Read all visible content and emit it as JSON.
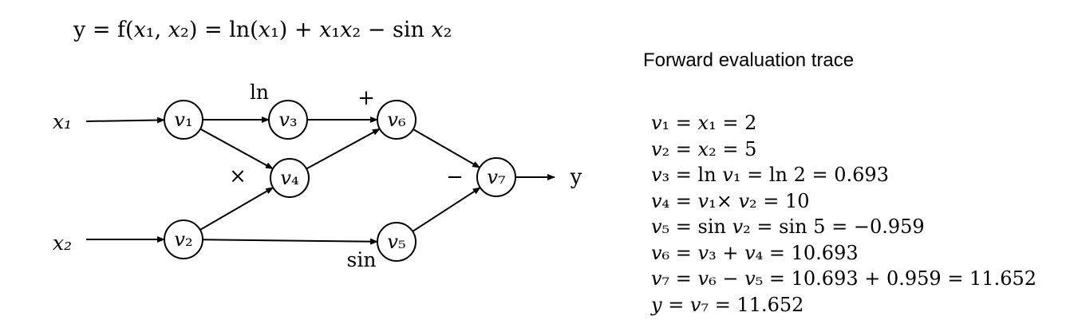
{
  "formula": "y = f(𝑥₁, 𝑥₂) = ln(𝑥₁) + 𝑥₁𝑥₂ − sin 𝑥₂",
  "diagram": {
    "inputs": [
      {
        "id": "x1",
        "label": "𝑥₁"
      },
      {
        "id": "x2",
        "label": "𝑥₂"
      }
    ],
    "output": {
      "label": "y"
    },
    "nodes": [
      {
        "id": "v1",
        "label": "𝑣₁"
      },
      {
        "id": "v2",
        "label": "𝑣₂"
      },
      {
        "id": "v3",
        "label": "𝑣₃"
      },
      {
        "id": "v4",
        "label": "𝑣₄"
      },
      {
        "id": "v5",
        "label": "𝑣₅"
      },
      {
        "id": "v6",
        "label": "𝑣₆"
      },
      {
        "id": "v7",
        "label": "𝑣₇"
      }
    ],
    "edges": [
      {
        "from": "x1",
        "to": "v1"
      },
      {
        "from": "x2",
        "to": "v2"
      },
      {
        "from": "v1",
        "to": "v3"
      },
      {
        "from": "v1",
        "to": "v4"
      },
      {
        "from": "v2",
        "to": "v4"
      },
      {
        "from": "v2",
        "to": "v5"
      },
      {
        "from": "v3",
        "to": "v6"
      },
      {
        "from": "v4",
        "to": "v6"
      },
      {
        "from": "v6",
        "to": "v7"
      },
      {
        "from": "v5",
        "to": "v7"
      },
      {
        "from": "v7",
        "to": "y"
      }
    ],
    "operators": {
      "ln": "ln",
      "plus": "+",
      "times": "×",
      "minus": "−",
      "sin": "sin"
    }
  },
  "trace": {
    "title": "Forward evaluation trace",
    "lines": [
      "𝑣₁ = 𝑥₁ = 2",
      "𝑣₂ = 𝑥₂ = 5",
      "𝑣₃ = ln 𝑣₁ = ln 2 = 0.693",
      "𝑣₄ = 𝑣₁× 𝑣₂ = 10",
      "𝑣₅ = sin 𝑣₂ = sin 5 = −0.959",
      "𝑣₆ = 𝑣₃ + 𝑣₄ = 10.693",
      "𝑣₇ = 𝑣₆ − 𝑣₅ = 10.693 + 0.959 = 11.652",
      "𝑦 = 𝑣₇ = 11.652"
    ]
  }
}
